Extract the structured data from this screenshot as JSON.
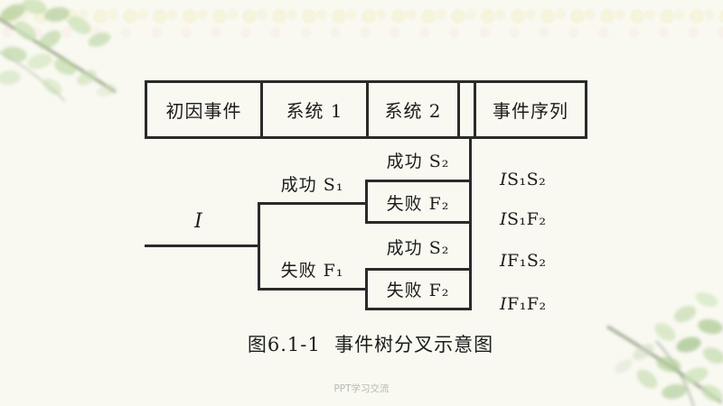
{
  "table_header": {
    "columns": [
      "初因事件",
      "系统 1",
      "系统 2",
      "事件序列"
    ]
  },
  "tree": {
    "initiating_event": "I",
    "branches": {
      "s1_success": "成功 S₁",
      "s1_failure": "失败 F₁",
      "s2_success_upper": "成功 S₂",
      "s2_failure_upper": "失败 F₂",
      "s2_success_lower": "成功 S₂",
      "s2_failure_lower": "失败 F₂"
    },
    "sequences": [
      "IS₁S₂",
      "IS₁F₂",
      "IF₁S₂",
      "IF₁F₂"
    ]
  },
  "caption": "图6.1-1  事件树分叉示意图",
  "watermark": "PPT学习交流",
  "colors": {
    "background": "#f9f9f1",
    "line": "#2a2a2a",
    "text": "#1c1c1c",
    "leaf_green": "#bcd3a2",
    "stem_green": "#7d8a6a",
    "watermark_gray": "#b5b9b0"
  }
}
